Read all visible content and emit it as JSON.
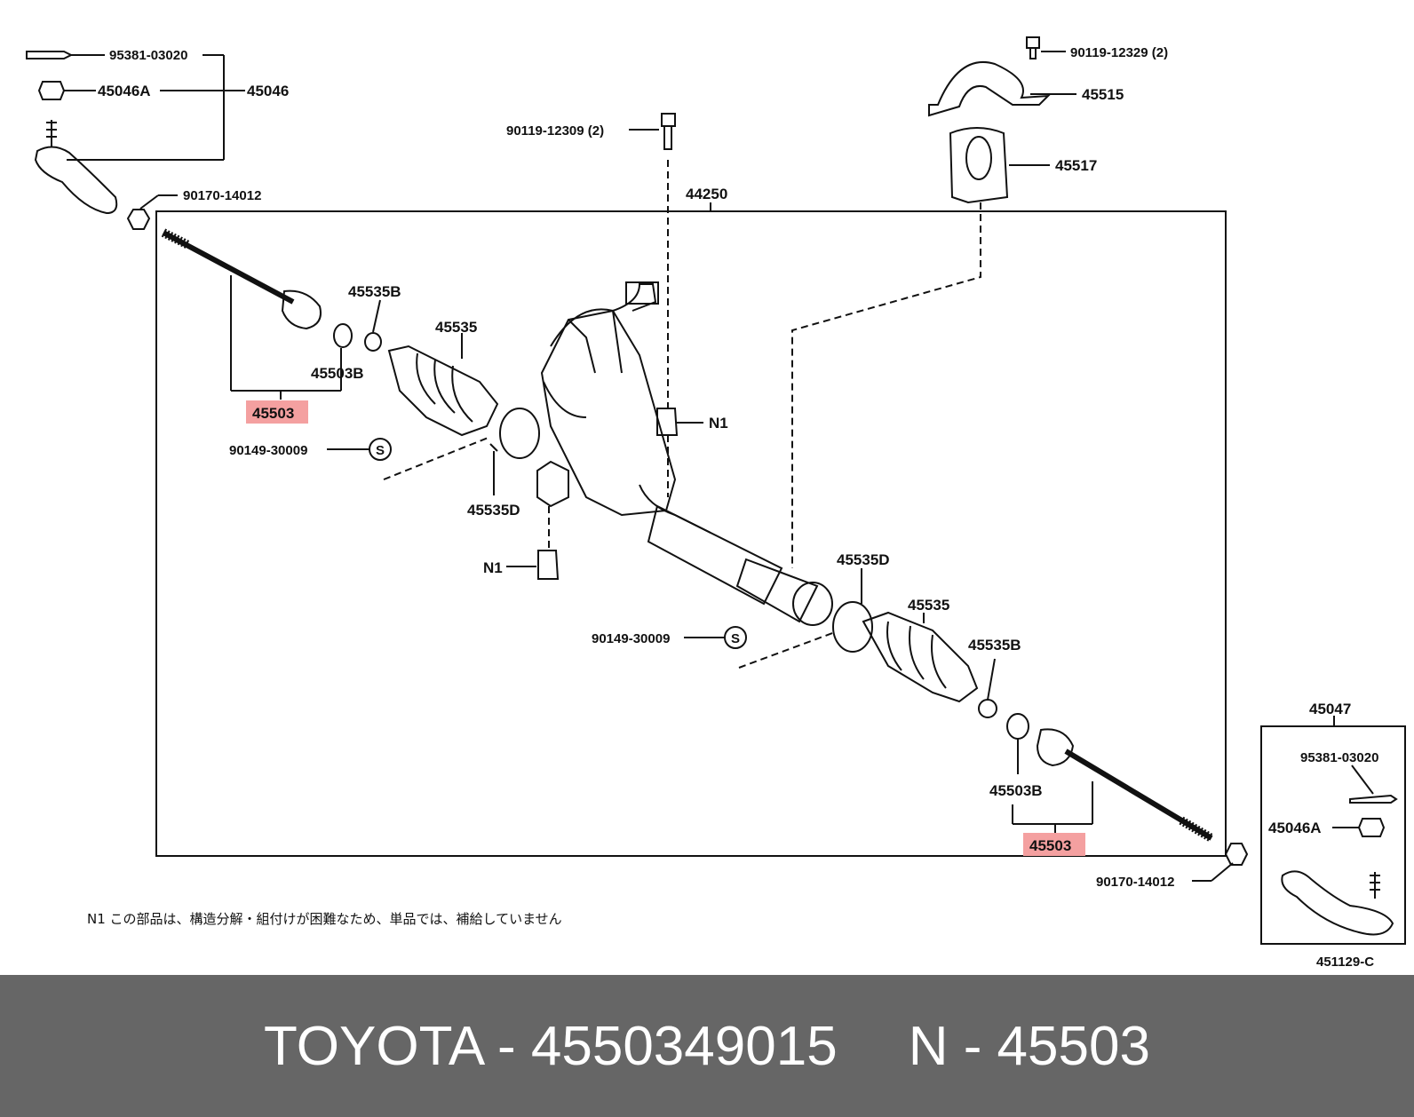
{
  "diagram": {
    "labels": {
      "cotter_pin_top": "95381-03020",
      "nut_top": "45046A",
      "tie_rod_end_left": "45046",
      "bolt_center": "90119-12309 (2)",
      "bolt_top_right": "90119-12329 (2)",
      "bracket": "45515",
      "bushing": "45517",
      "assembly": "44250",
      "nut_left": "90170-14012",
      "clip_left": "45535B",
      "boot_left": "45535",
      "washer_left": "45503B",
      "tie_rod_left": "45503",
      "grease_left": "90149-30009",
      "s_mark": "S",
      "n1_upper": "N1",
      "n1_lower": "N1",
      "clamp_left": "45535D",
      "clamp_right": "45535D",
      "boot_right": "45535",
      "grease_right": "90149-30009",
      "clip_right": "45535B",
      "washer_right": "45503B",
      "tie_rod_right": "45503",
      "nut_right": "90170-14012",
      "tie_rod_end_right": "45047",
      "cotter_pin_right": "95381-03020",
      "nut_right_end": "45046A",
      "figure_code": "451129-C"
    },
    "note": "N1  この部品は、構造分解・組付けが困難なため、単品では、補給していません",
    "highlight_color": "#f4a0a0"
  },
  "footer": {
    "left": "TOYOTA - 4550349015",
    "right": "N - 45503",
    "background": "#666666"
  }
}
